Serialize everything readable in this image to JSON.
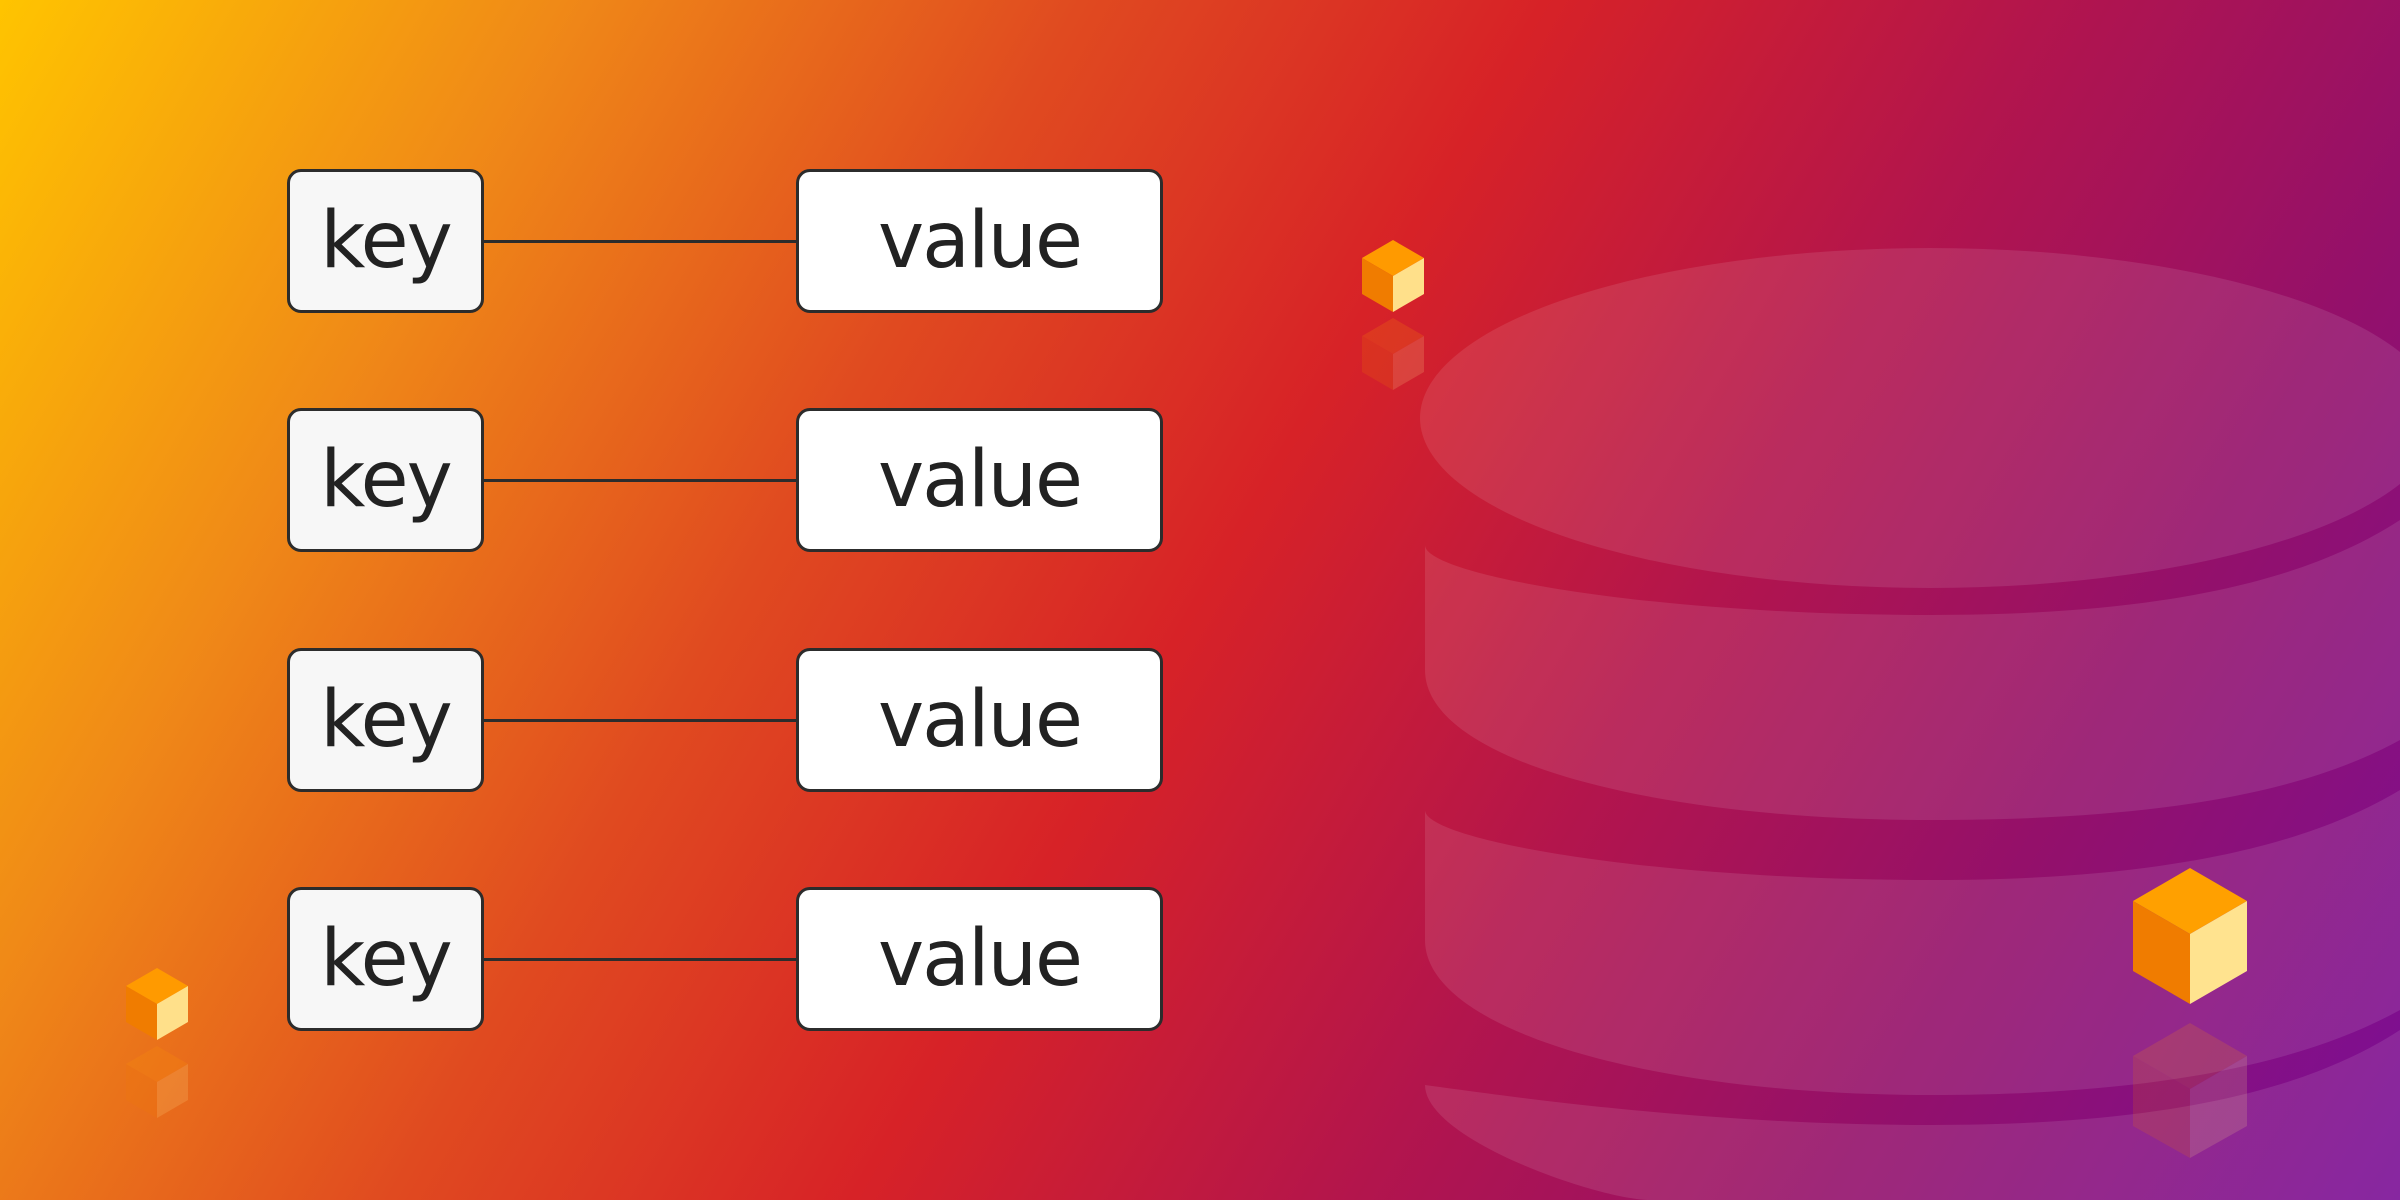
{
  "pairs": [
    {
      "key": "key",
      "value": "value"
    },
    {
      "key": "key",
      "value": "value"
    },
    {
      "key": "key",
      "value": "value"
    },
    {
      "key": "key",
      "value": "value"
    }
  ],
  "colors": {
    "gradient_start": "#ffc400",
    "gradient_mid": "#d72227",
    "gradient_end": "#7a0f97",
    "box_border": "#2c2c2c",
    "box_fill": "#ffffff",
    "cube_light": "#ffe08a",
    "cube_orange": "#ff9a00",
    "cube_dark": "#f07800"
  },
  "icons": [
    "database-icon",
    "cube-icon"
  ]
}
